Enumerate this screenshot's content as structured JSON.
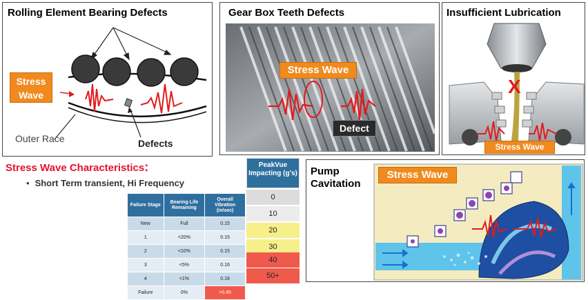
{
  "panels": {
    "bearing": {
      "title": "Rolling Element Bearing Defects",
      "stress_label": "Stress Wave",
      "outer_race": "Outer Race",
      "defects": "Defects"
    },
    "gear": {
      "title": "Gear Box Teeth Defects",
      "stress_label": "Stress Wave",
      "defect_label": "Defect"
    },
    "lubrication": {
      "title": "Insufficient Lubrication",
      "x_mark": "X",
      "stress_label": "Stress Wave"
    },
    "pump": {
      "title_line1": "Pump",
      "title_line2": "Cavitation",
      "stress_label": "Stress Wave"
    }
  },
  "characteristics": {
    "heading": "Stress Wave Characteristics",
    "colon": ":",
    "bullet": "Short Term transient, Hi Frequency"
  },
  "failure_table": {
    "headers": [
      "Failure Stage",
      "Bearing Life Remaining",
      "Overall Vibration (in/sec)"
    ],
    "rows": [
      [
        "New",
        "Full",
        "0.15"
      ],
      [
        "1",
        "<20%",
        "0.15"
      ],
      [
        "2",
        "<10%",
        "0.15"
      ],
      [
        "3",
        "<5%",
        "0.16"
      ],
      [
        "4",
        "<1%",
        "0.18"
      ],
      [
        "Failure",
        "0%",
        ">0.45"
      ]
    ]
  },
  "peakvue": {
    "header": "PeakVue Impacting (g's)",
    "levels": [
      "0",
      "10",
      "20",
      "30",
      "40",
      "50+"
    ]
  },
  "colors": {
    "stress_wave_box": "#f08a1e",
    "wave_red": "#e21b1b",
    "heading_red": "#e2122f",
    "table_header": "#2f6f9e",
    "pv_gray": "#dcdcdc",
    "pv_yellow": "#f7ef8a",
    "pv_red": "#f05a4c"
  }
}
